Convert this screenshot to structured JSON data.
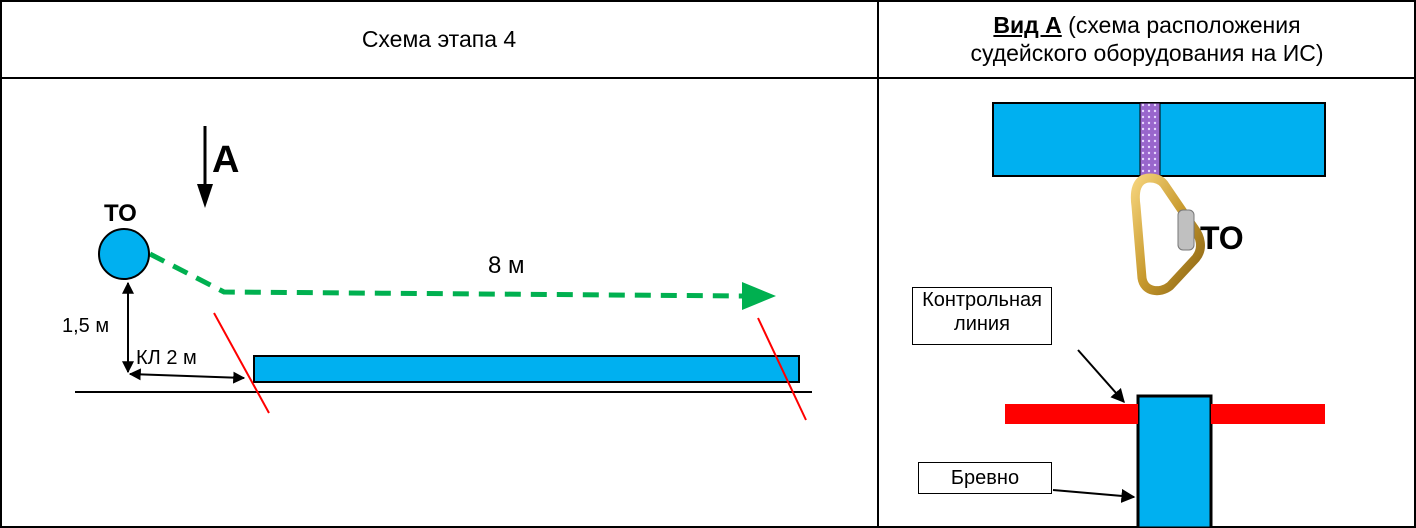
{
  "header": {
    "left_title": "Схема этапа 4",
    "right_title_bold": "Вид А",
    "right_title_rest_1": " (схема расположения",
    "right_title_rest_2": "судейского оборудования на ИС)"
  },
  "left_diagram": {
    "direction_label": "А",
    "to_label": "ТО",
    "distance_label": "8 м",
    "height_label": "1,5 м",
    "kl_label": "КЛ 2 м"
  },
  "right_diagram": {
    "to_label": "ТО",
    "control_line_label_1": "Контрольная",
    "control_line_label_2": "линия",
    "log_label": "Бревно"
  },
  "colors": {
    "log_blue": "#00b0f0",
    "control_red": "#ff0000",
    "path_green": "#00b050",
    "sling_purple": "#9966cc",
    "carabiner_gold": "#d4a73a"
  }
}
